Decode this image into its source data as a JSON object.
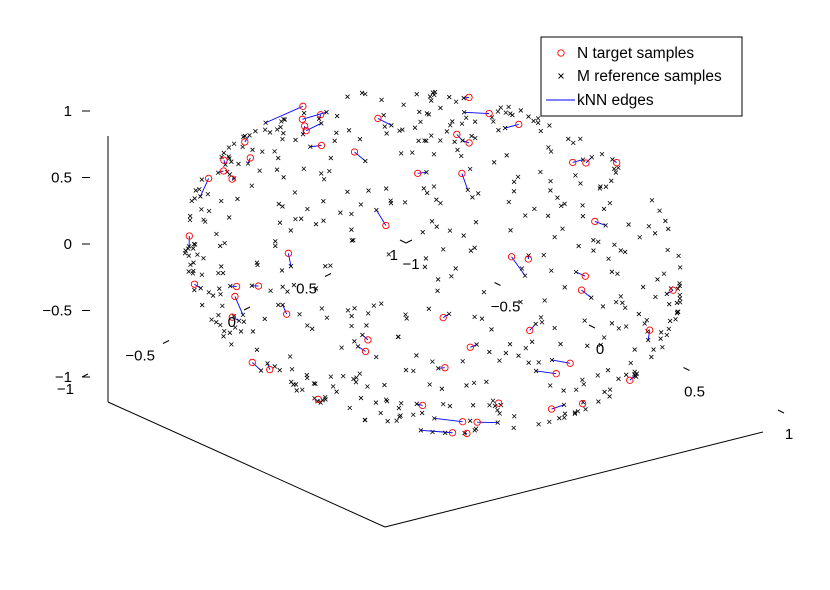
{
  "chart_data": {
    "type": "scatter",
    "projection": "3d",
    "legend": {
      "placement": "top-right",
      "entries": [
        {
          "label": "N target samples",
          "marker": "circle",
          "color": "#ff0000"
        },
        {
          "label": "M reference samples",
          "marker": "x",
          "color": "#000000"
        },
        {
          "label": "kNN edges",
          "marker": "line",
          "color": "#0000ff"
        }
      ]
    },
    "axes": {
      "x": {
        "range": [
          -1,
          1
        ],
        "ticks": [
          {
            "v": -1,
            "label": "−1"
          },
          {
            "v": -0.5,
            "label": "−0.5"
          },
          {
            "v": 0,
            "label": "0"
          },
          {
            "v": 0.5,
            "label": "0.5"
          },
          {
            "v": 1,
            "label": "1"
          }
        ]
      },
      "y": {
        "range": [
          -1,
          1
        ],
        "ticks": [
          {
            "v": -1,
            "label": "−1"
          },
          {
            "v": -0.5,
            "label": "−0.5"
          },
          {
            "v": 0,
            "label": "0"
          },
          {
            "v": 0.5,
            "label": "0.5"
          },
          {
            "v": 1,
            "label": "1"
          }
        ]
      },
      "z": {
        "range": [
          -1,
          1
        ],
        "ticks": [
          {
            "v": -1,
            "label": "−1"
          },
          {
            "v": -0.5,
            "label": "−0.5"
          },
          {
            "v": 0,
            "label": "0"
          },
          {
            "v": 0.5,
            "label": "0.5"
          },
          {
            "v": 1,
            "label": "1"
          }
        ]
      }
    },
    "grid": false,
    "colors": {
      "target": "#ff0000",
      "reference": "#000000",
      "edge": "#0000ff"
    },
    "reference_count": 520,
    "series": [
      {
        "name": "N target samples",
        "kind": "target"
      },
      {
        "name": "M reference samples",
        "kind": "reference"
      },
      {
        "name": "kNN edges",
        "kind": "edge"
      }
    ]
  }
}
